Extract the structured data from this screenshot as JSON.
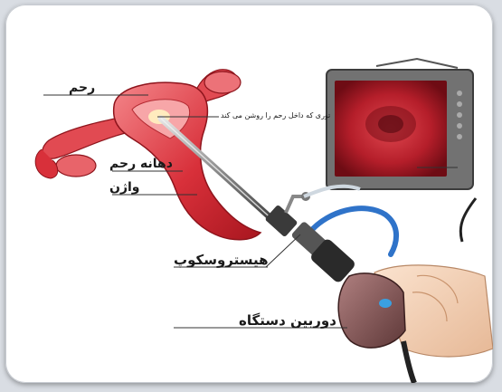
{
  "labels": {
    "uterus": "رحم",
    "tube_note": "توری که داخل رحم را روشن می کند",
    "cervix": "دهانه رحم",
    "vagina": "واژن",
    "hysteroscope": "هیستروسکوپ",
    "camera": "دوربین دستگاه"
  },
  "colors": {
    "tissue": "#d8303a",
    "tissue_light": "#f06a70",
    "monitor_frame": "#6a6a6a",
    "screen": "#b0202a",
    "tube_blue": "#2f73c9",
    "camera_body": "#8a5a5a"
  }
}
